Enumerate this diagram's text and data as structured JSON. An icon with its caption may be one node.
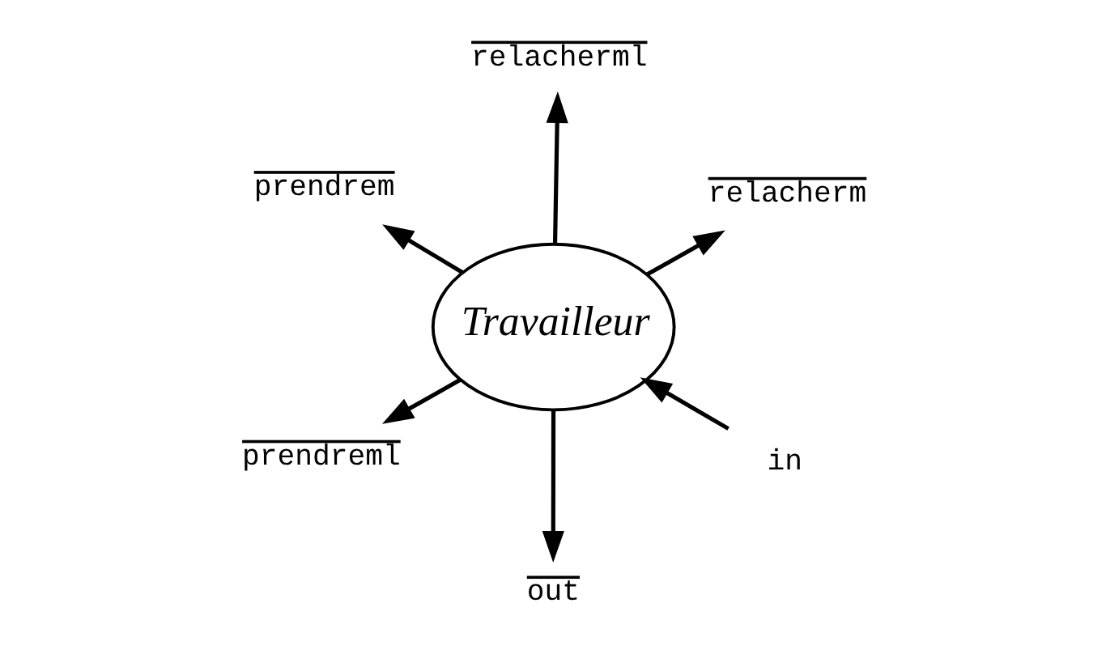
{
  "diagram": {
    "nodes": [
      {
        "text": [
          "Travailleur"
        ]
      },
      {
        "text": [
          "in"
        ]
      },
      {
        "text": [
          "out"
        ]
      },
      {
        "text": [
          "prendrem"
        ]
      },
      {
        "text": [
          "relacherm"
        ]
      },
      {
        "text": [
          "relacherml"
        ]
      },
      {
        "text": [
          "prendreml"
        ]
      }
    ],
    "edges": [
      {
        "from": 1,
        "to": 0,
        "arrow": "to"
      },
      {
        "from": 0,
        "to": 2,
        "arrow": "to"
      },
      {
        "from": 0,
        "to": 3,
        "arrow": "to"
      },
      {
        "from": 0,
        "to": 4,
        "arrow": "to"
      },
      {
        "from": 0,
        "to": 5,
        "arrow": "to"
      },
      {
        "from": 0,
        "to": 6,
        "arrow": "to"
      }
    ]
  }
}
